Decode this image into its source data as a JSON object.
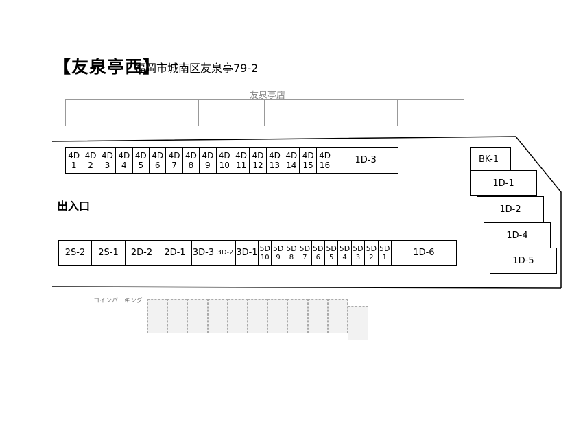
{
  "header": {
    "title": "【友泉亭西】",
    "address": "福岡市城南区友泉亭79-2"
  },
  "store": {
    "label": "友泉亭店",
    "slots": 6
  },
  "entrance": {
    "label": "出入口"
  },
  "top_row": [
    {
      "top": "4D",
      "bottom": "1"
    },
    {
      "top": "4D",
      "bottom": "2"
    },
    {
      "top": "4D",
      "bottom": "3"
    },
    {
      "top": "4D",
      "bottom": "4"
    },
    {
      "top": "4D",
      "bottom": "5"
    },
    {
      "top": "4D",
      "bottom": "6"
    },
    {
      "top": "4D",
      "bottom": "7"
    },
    {
      "top": "4D",
      "bottom": "8"
    },
    {
      "top": "4D",
      "bottom": "9"
    },
    {
      "top": "4D",
      "bottom": "10"
    },
    {
      "top": "4D",
      "bottom": "11"
    },
    {
      "top": "4D",
      "bottom": "12"
    },
    {
      "top": "4D",
      "bottom": "13"
    },
    {
      "top": "4D",
      "bottom": "14"
    },
    {
      "top": "4D",
      "bottom": "15"
    },
    {
      "top": "4D",
      "bottom": "16"
    }
  ],
  "top_row_end": "1D-3",
  "bottom_row_singles": [
    "2S-2",
    "2S-1",
    "2D-2",
    "2D-1",
    "3D-3",
    "3D-2",
    "3D-1"
  ],
  "bottom_row_5d": [
    {
      "top": "5D",
      "bottom": "10"
    },
    {
      "top": "5D",
      "bottom": "9"
    },
    {
      "top": "5D",
      "bottom": "8"
    },
    {
      "top": "5D",
      "bottom": "7"
    },
    {
      "top": "5D",
      "bottom": "6"
    },
    {
      "top": "5D",
      "bottom": "5"
    },
    {
      "top": "5D",
      "bottom": "4"
    },
    {
      "top": "5D",
      "bottom": "3"
    },
    {
      "top": "5D",
      "bottom": "2"
    },
    {
      "top": "5D",
      "bottom": "1"
    }
  ],
  "bottom_row_end": "1D-6",
  "right_spaces": [
    "BK-1",
    "1D-1",
    "1D-2",
    "1D-4",
    "1D-5"
  ],
  "coin_parking": {
    "label": "コインパーキング",
    "slots": 11
  }
}
